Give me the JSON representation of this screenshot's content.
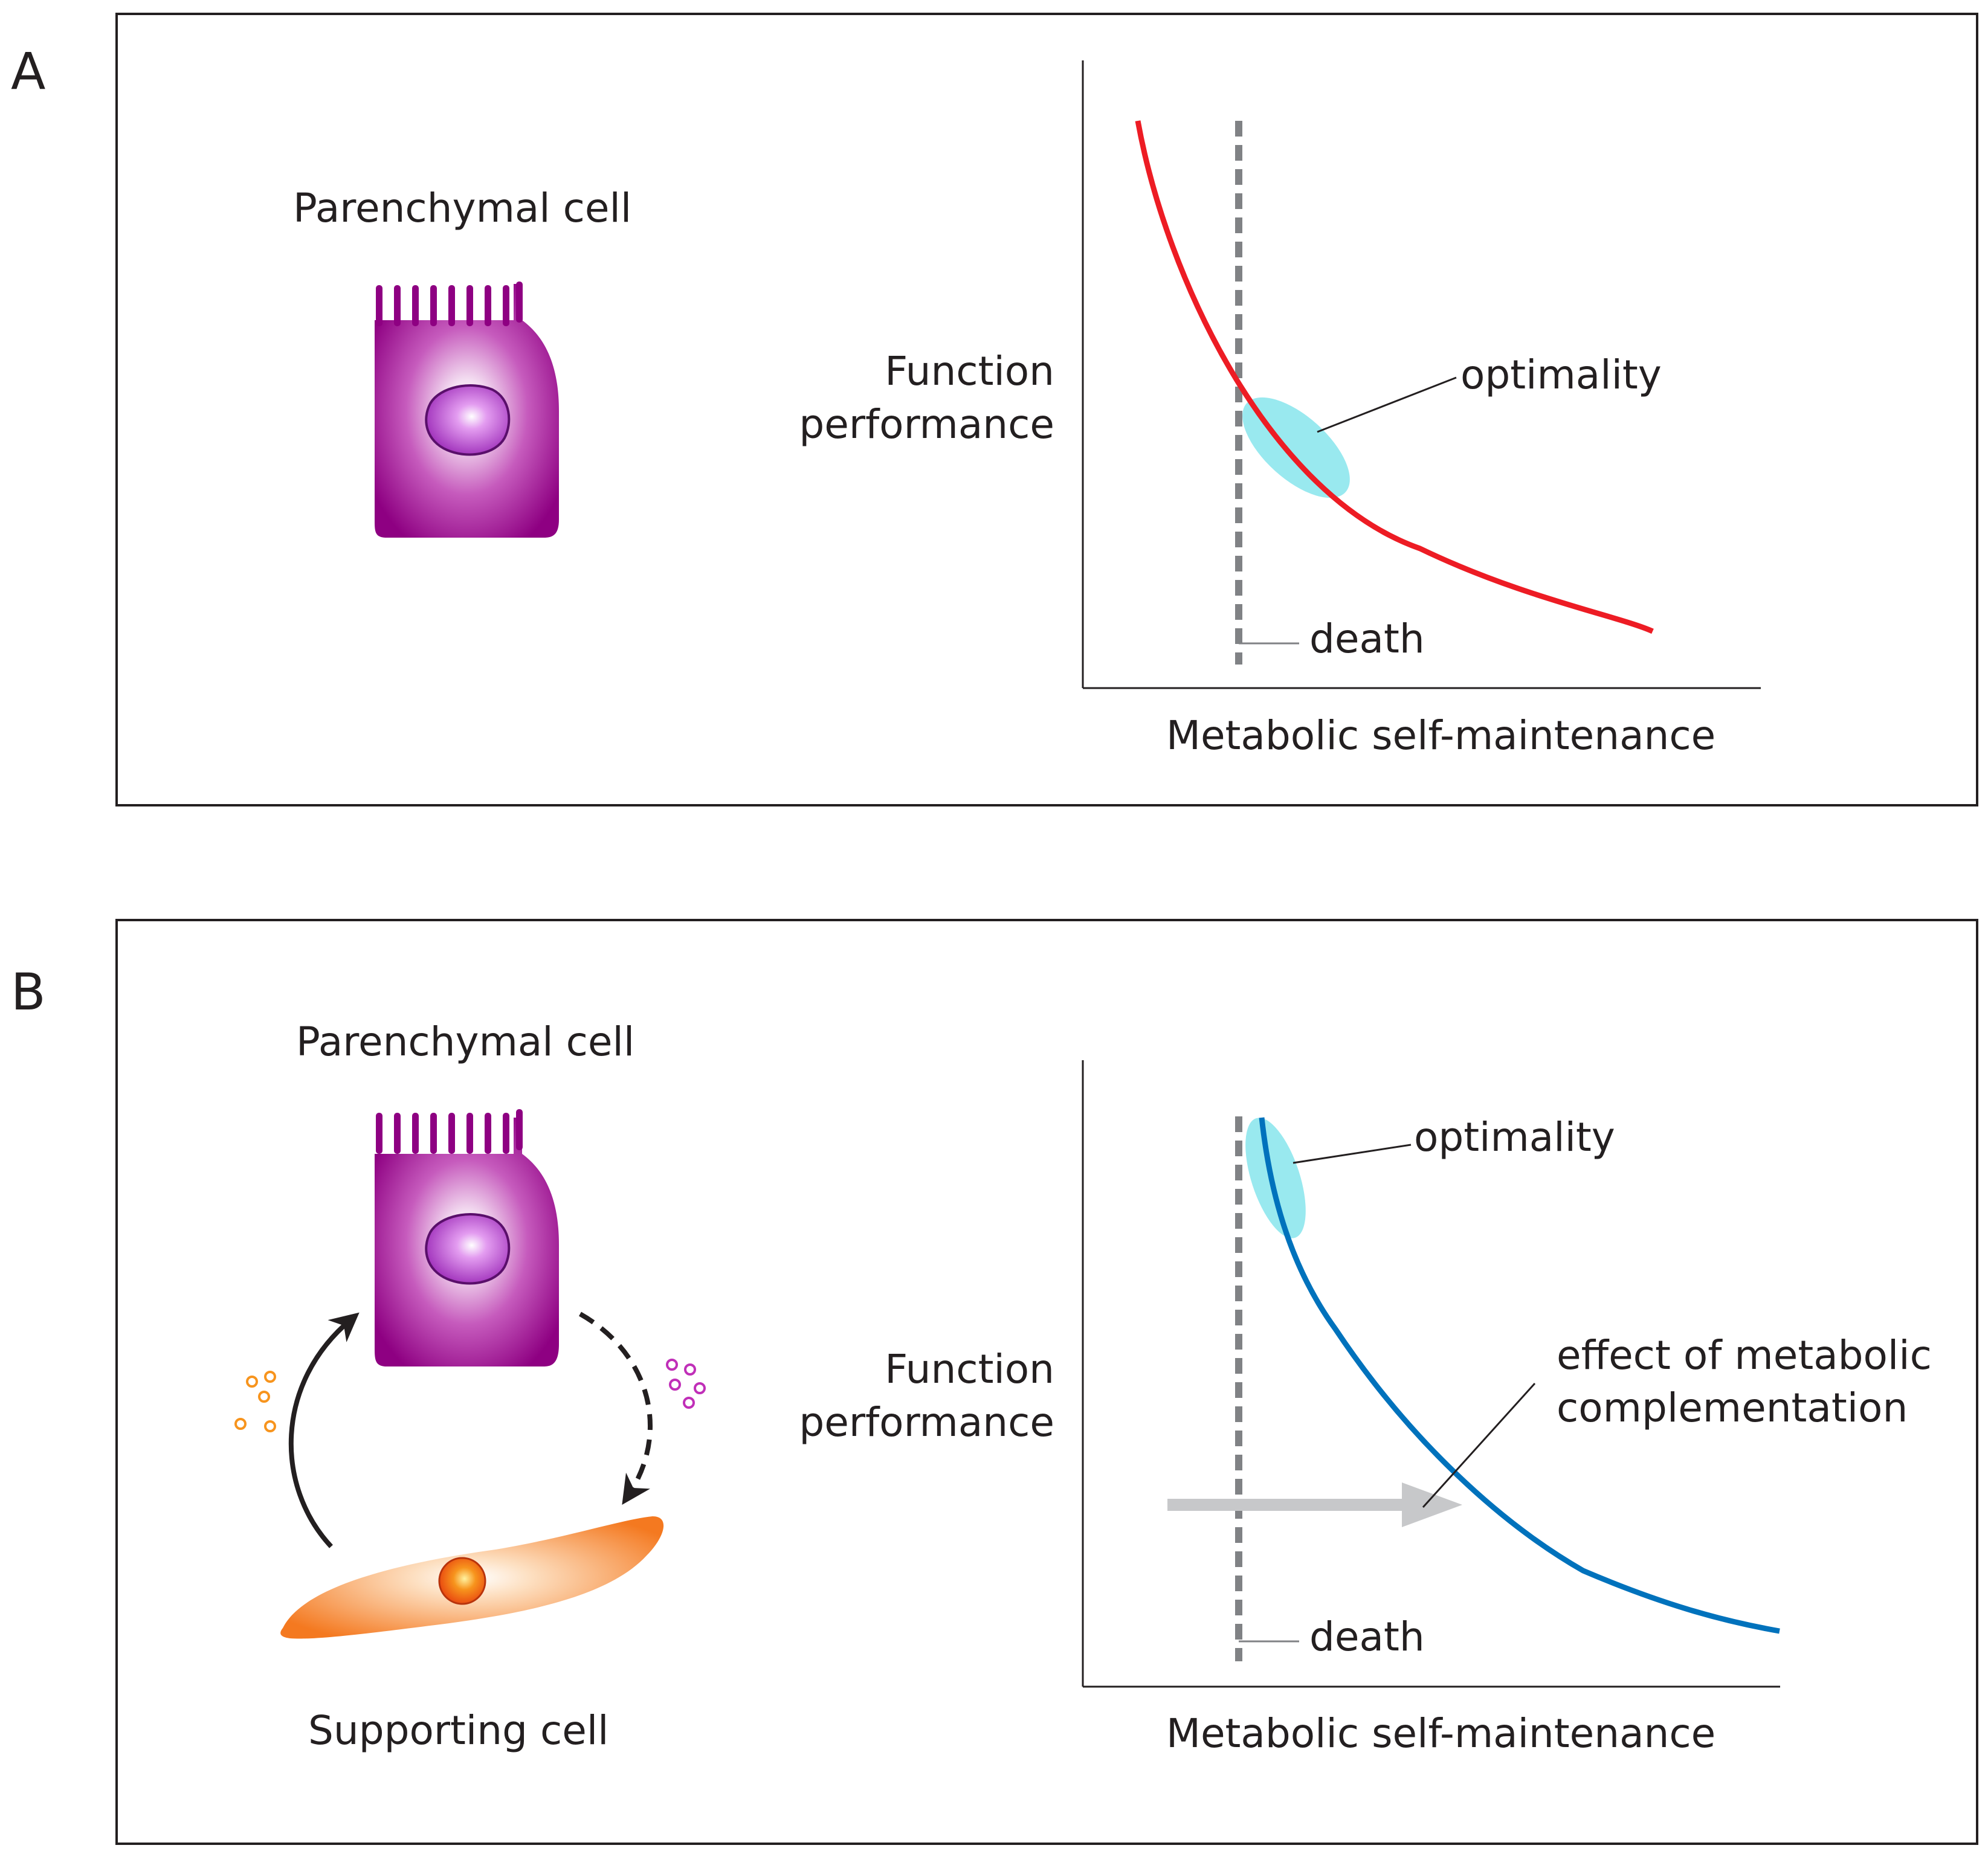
{
  "panel_a": {
    "letter": "A",
    "cell_title": "Parenchymal cell",
    "ylabel_line1": "Function",
    "ylabel_line2": "performance",
    "xlabel": "Metabolic self-maintenance",
    "optimality_label": "optimality",
    "death_label": "death",
    "curve_color": "#ed1c24"
  },
  "panel_b": {
    "letter": "B",
    "cell_title": "Parenchymal cell",
    "supporting_title": "Supporting cell",
    "ylabel_line1": "Function",
    "ylabel_line2": "performance",
    "xlabel": "Metabolic self-maintenance",
    "optimality_label": "optimality",
    "death_label": "death",
    "effect_line1": "effect of metabolic",
    "effect_line2": "complementation",
    "curve_color": "#0072bc"
  },
  "colors": {
    "parenchymal": "#8e0082",
    "supporting": "#f7941d",
    "optimality_fill": "#6ee0e8",
    "death_line": "#808285",
    "shift_arrow": "#c7c8ca"
  }
}
